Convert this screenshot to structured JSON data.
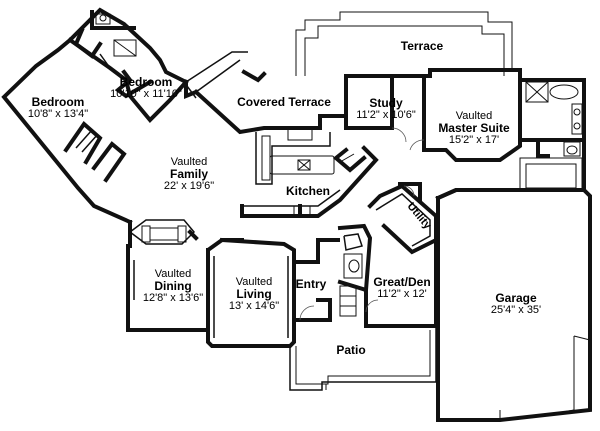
{
  "rooms": {
    "terrace": {
      "name": "Terrace"
    },
    "covered_terrace": {
      "name": "Covered Terrace"
    },
    "bedroom1": {
      "name": "Bedroom",
      "size": "10'8\" x 13'4\""
    },
    "bedroom2": {
      "name": "Bedroom",
      "size": "10'10\" x 11'10\""
    },
    "study": {
      "name": "Study",
      "size": "11'2\" x 10'6\""
    },
    "master": {
      "prefix": "Vaulted",
      "name": "Master Suite",
      "size": "15'2\" x 17'"
    },
    "family": {
      "prefix": "Vaulted",
      "name": "Family",
      "size": "22' x 19'6\""
    },
    "kitchen": {
      "name": "Kitchen"
    },
    "utility": {
      "name": "Utility"
    },
    "dining": {
      "prefix": "Vaulted",
      "name": "Dining",
      "size": "12'8\" x 13'6\""
    },
    "living": {
      "prefix": "Vaulted",
      "name": "Living",
      "size": "13' x 14'6\""
    },
    "entry": {
      "name": "Entry"
    },
    "great_den": {
      "name": "Great/Den",
      "size": "11'2\" x 12'"
    },
    "garage": {
      "name": "Garage",
      "size": "25'4\" x 35'"
    },
    "patio": {
      "name": "Patio"
    }
  }
}
